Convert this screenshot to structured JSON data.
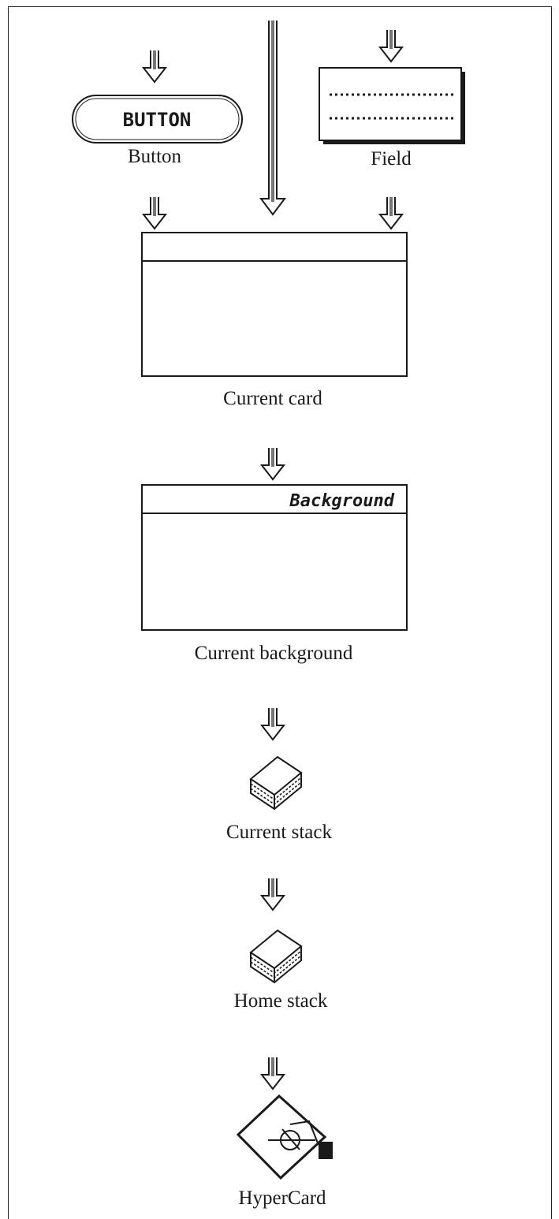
{
  "button_widget": {
    "text": "BUTTON"
  },
  "background_widget": {
    "text": "Background"
  },
  "labels": {
    "button": "Button",
    "field": "Field",
    "card": "Current card",
    "background": "Current background",
    "stack": "Current stack",
    "home": "Home stack",
    "hypercard": "HyperCard"
  },
  "colors": {
    "ink": "#1a1a1a",
    "paper": "#ffffff"
  }
}
